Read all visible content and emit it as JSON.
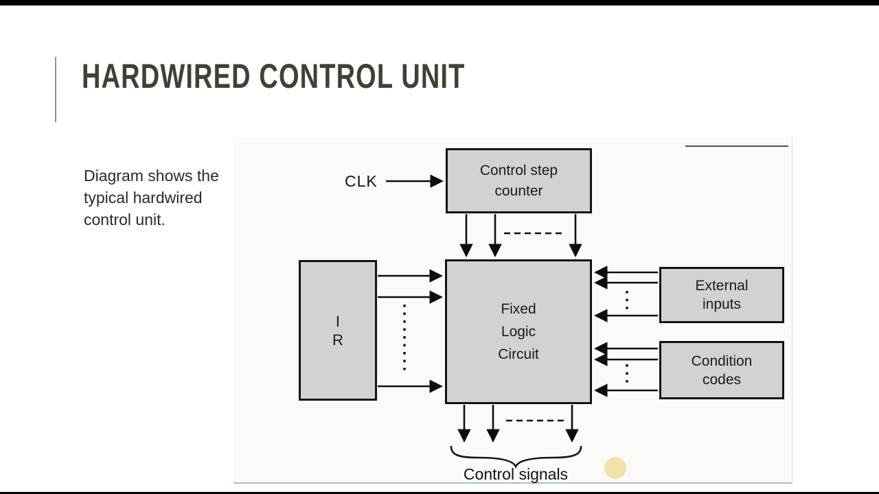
{
  "slide": {
    "title": "HARDWIRED CONTROL UNIT",
    "caption": "Diagram shows the typical hardwired control unit."
  },
  "diagram": {
    "clk_label": "CLK",
    "counter_label": "Control step\ncounter",
    "ir_label": "I\nR",
    "flc_label": "Fixed\nLogic\nCircuit",
    "external_label": "External\ninputs",
    "condition_label": "Condition\ncodes",
    "control_signals_label": "Control signals"
  },
  "colors": {
    "title": "#423f35",
    "accent_line": "#7d97a3",
    "box_fill": "#d2d2d1",
    "box_border": "#131313",
    "scan_edge_line": "#a3bdcb",
    "highlight_dot": "#f2dfa4",
    "arrow": "#0d0d0d"
  }
}
